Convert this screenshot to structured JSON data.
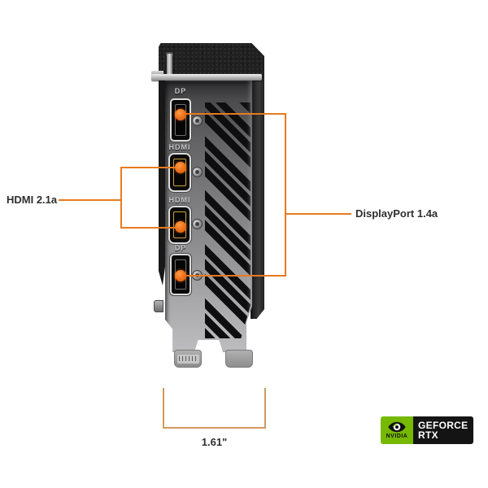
{
  "diagram": {
    "ports": [
      {
        "label": "DP"
      },
      {
        "label": "HDMI"
      },
      {
        "label": "HDMI"
      },
      {
        "label": "DP"
      }
    ],
    "left_callout_label": "HDMI 2.1a",
    "right_callout_label": "DisplayPort 1.4a",
    "bracket_width_label": "1.61\"",
    "badge": {
      "brand": "NVIDIA",
      "line1": "GEFORCE",
      "line2": "RTX"
    },
    "colors": {
      "callout_accent": "#E87A1E",
      "dimension_line": "#CF9A5F",
      "nvidia_green": "#76B900",
      "port_dot": "#EA6A14"
    }
  }
}
